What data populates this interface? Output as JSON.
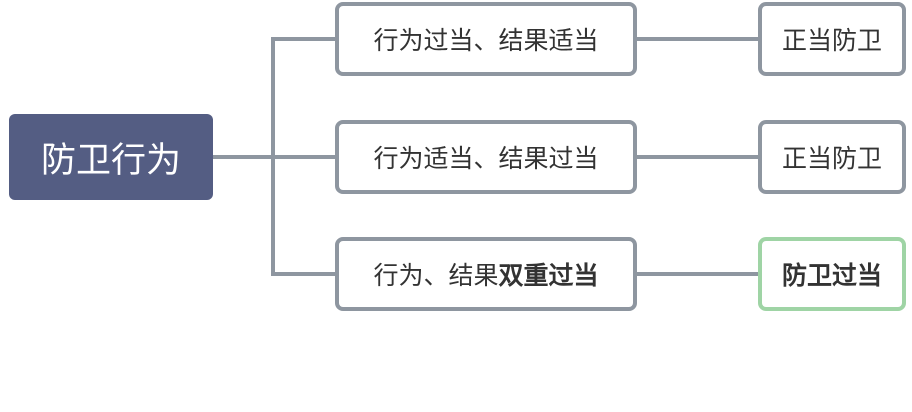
{
  "root": {
    "label": "防卫行为"
  },
  "branches": [
    {
      "condition": "行为过当、结果适当",
      "condition_bold": "",
      "result": "正当防卫",
      "highlight": false
    },
    {
      "condition": "行为适当、结果过当",
      "condition_bold": "",
      "result": "正当防卫",
      "highlight": false
    },
    {
      "condition": "行为、结果",
      "condition_bold": "双重过当",
      "result": "防卫过当",
      "highlight": true
    }
  ],
  "colors": {
    "root_fill": "#545d83",
    "line": "#8e96a0",
    "border_default": "#8e96a0",
    "border_highlight": "#9fd4a5",
    "text": "#333333"
  }
}
